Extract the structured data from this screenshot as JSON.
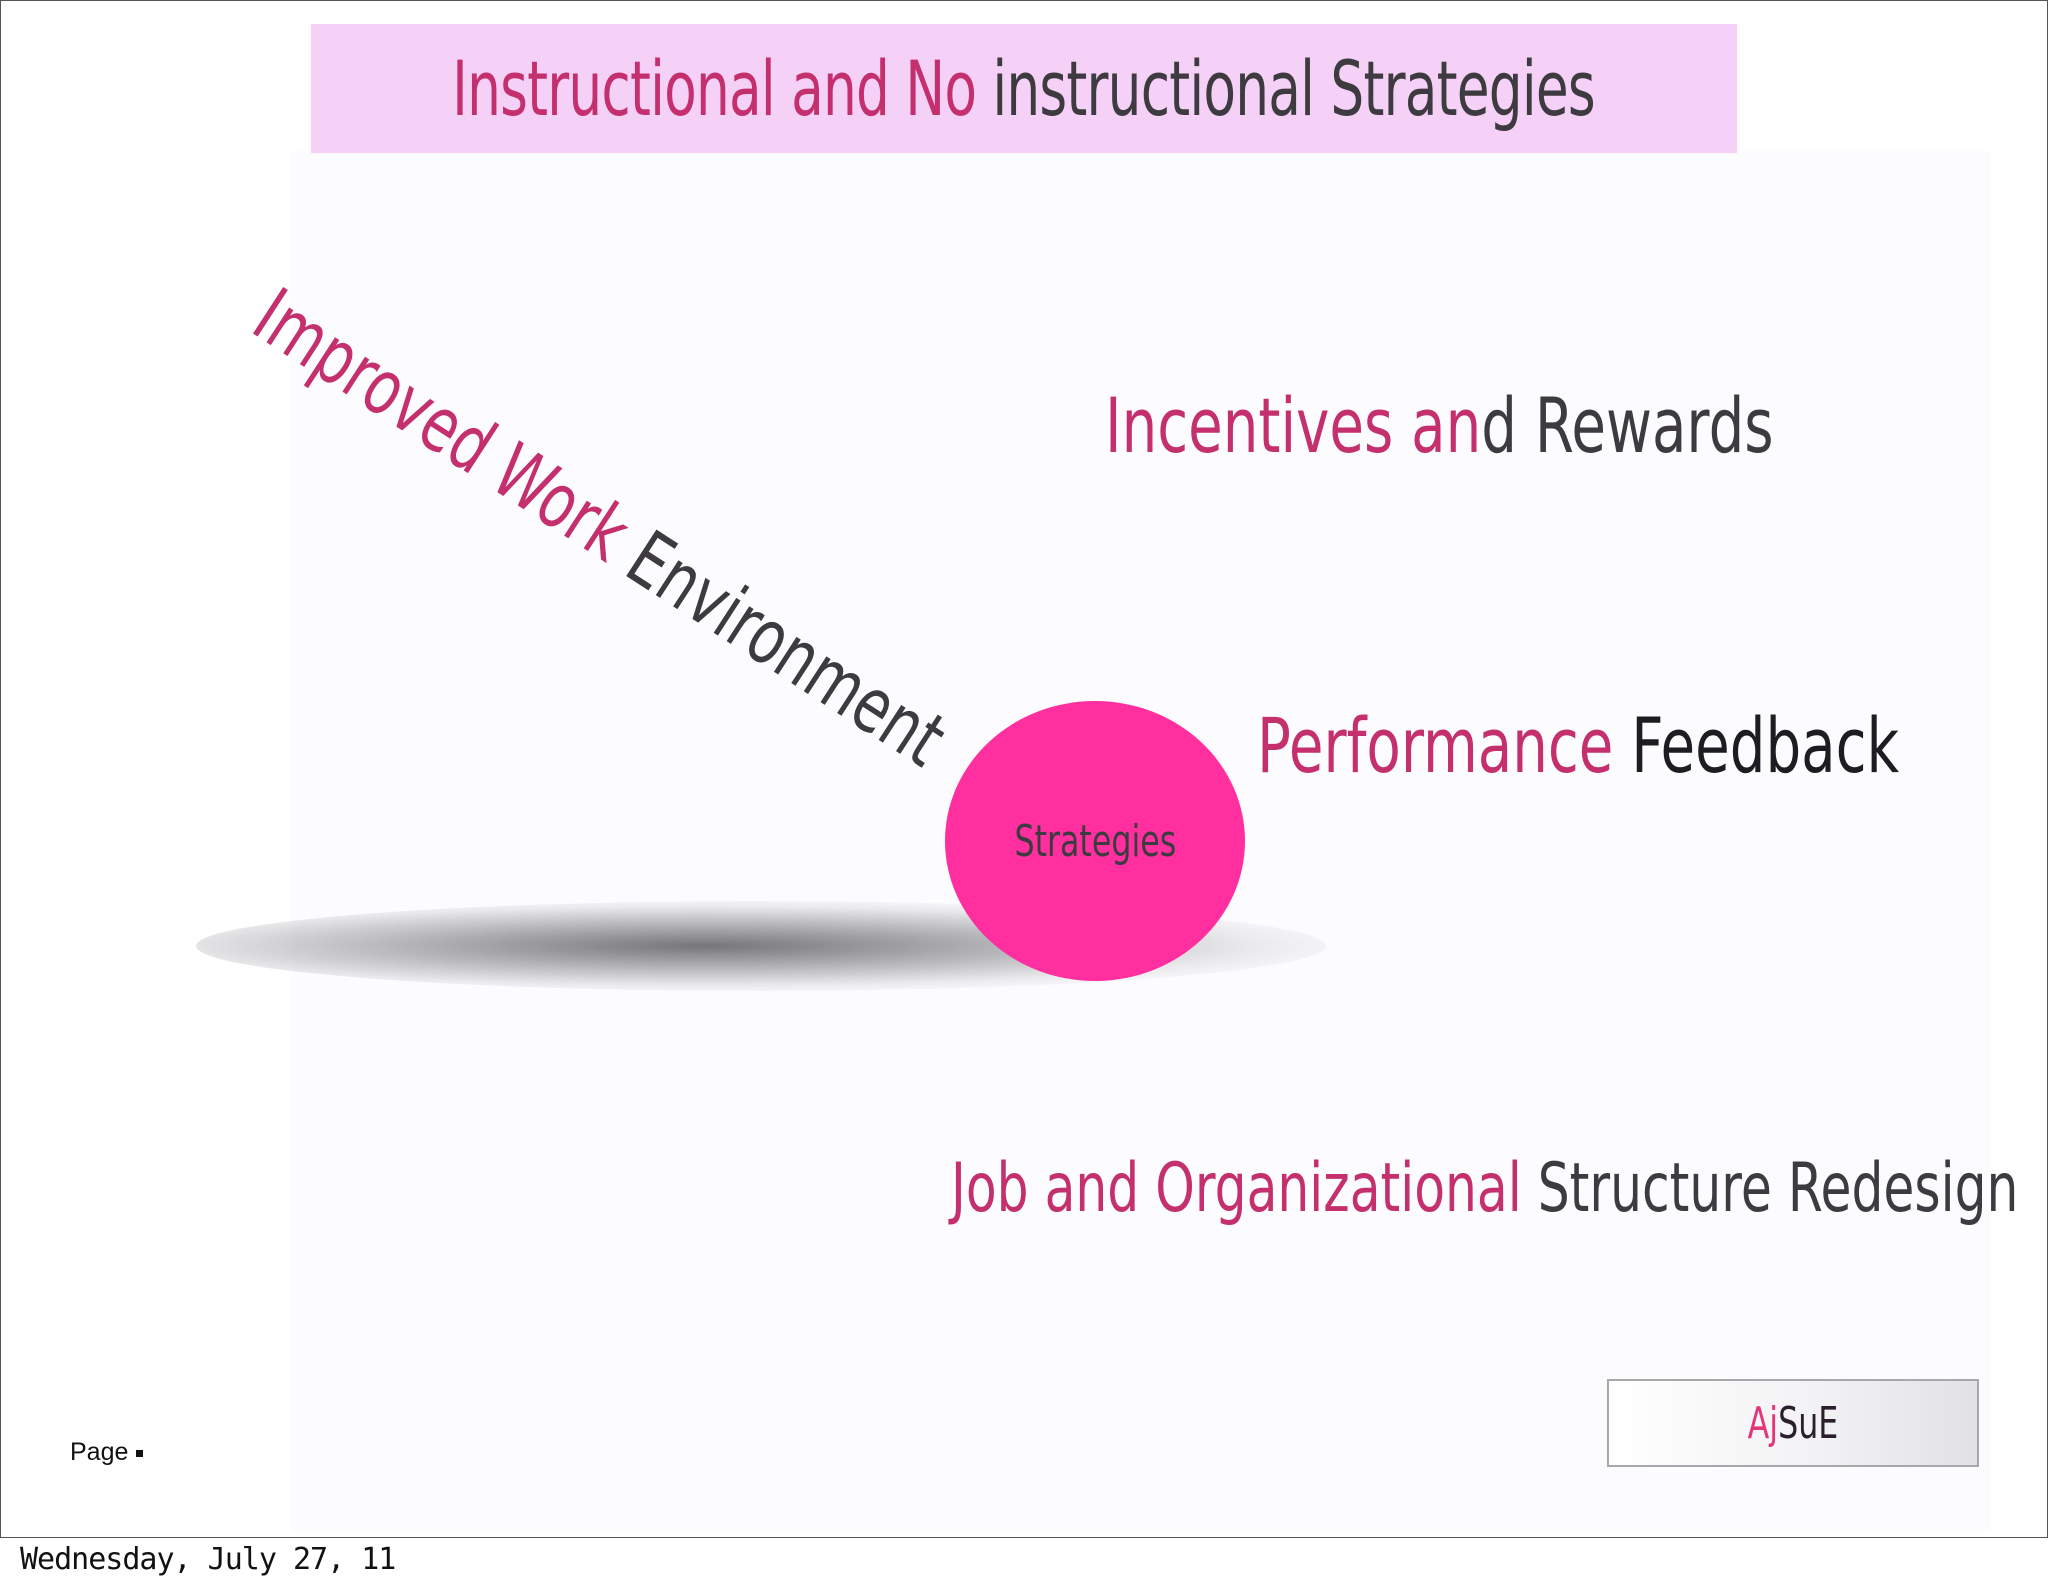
{
  "title": {
    "highlight": "Instructional and No",
    "rest": " instructional Strategies"
  },
  "labels": {
    "incentives": {
      "pink": "Incentives an",
      "dark": "d Rewards"
    },
    "performance": {
      "pink": "Performance",
      "dark": " Feedback"
    },
    "job": {
      "pink": "Job and Organizational",
      "dark": " Structure Redesign"
    },
    "improved": {
      "pink": "Improved Work",
      "dark": " Environment"
    }
  },
  "center": {
    "label": "Strategies"
  },
  "logo": {
    "accent": "Aj",
    "rest": "SuE"
  },
  "page": {
    "label": "Page"
  },
  "footer": {
    "date": "Wednesday, July 27, 11"
  },
  "colors": {
    "accent_pink": "#c4306e",
    "circle_pink": "#ff2fa0",
    "title_band": "#f5d0f7",
    "dark_text": "#3d3b3f"
  }
}
